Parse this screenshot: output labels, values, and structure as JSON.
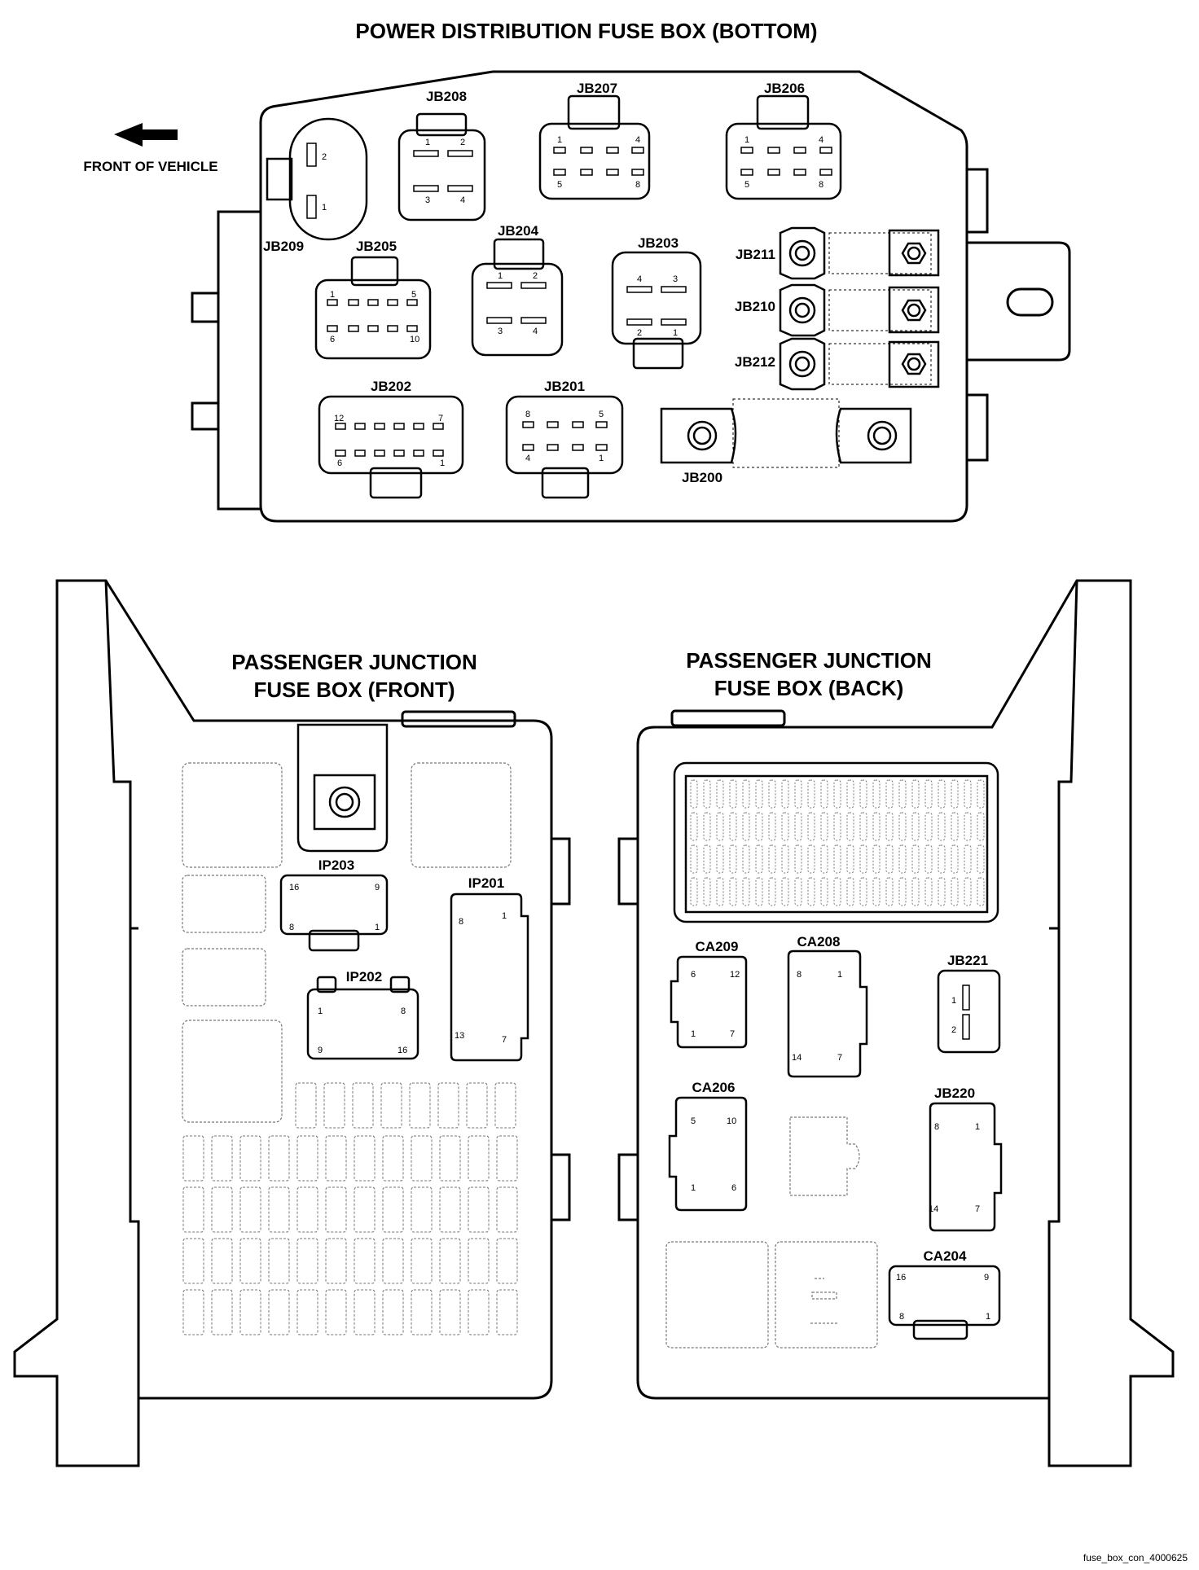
{
  "titles": {
    "power": "POWER DISTRIBUTION FUSE BOX (BOTTOM)",
    "front_line1": "PASSENGER JUNCTION",
    "front_line2": "FUSE BOX (FRONT)",
    "back_line1": "PASSENGER JUNCTION",
    "back_line2": "FUSE BOX (BACK)"
  },
  "front_of_vehicle": "FRONT OF VEHICLE",
  "footer": "fuse_box_con_4000625",
  "power_box": {
    "connectors": [
      {
        "id": "JB209",
        "label": "JB209",
        "pins": [
          "2",
          "1"
        ]
      },
      {
        "id": "JB208",
        "label": "JB208",
        "pins": [
          "1",
          "2",
          "3",
          "4"
        ]
      },
      {
        "id": "JB207",
        "label": "JB207",
        "pins": [
          "1",
          "4",
          "5",
          "8"
        ]
      },
      {
        "id": "JB206",
        "label": "JB206",
        "pins": [
          "1",
          "4",
          "5",
          "8"
        ]
      },
      {
        "id": "JB205",
        "label": "JB205",
        "pins": [
          "1",
          "5",
          "6",
          "10"
        ]
      },
      {
        "id": "JB204",
        "label": "JB204",
        "pins": [
          "1",
          "2",
          "3",
          "4"
        ]
      },
      {
        "id": "JB203",
        "label": "JB203",
        "pins": [
          "4",
          "3",
          "2",
          "1"
        ]
      },
      {
        "id": "JB202",
        "label": "JB202",
        "pins": [
          "12",
          "7",
          "6",
          "1"
        ]
      },
      {
        "id": "JB201",
        "label": "JB201",
        "pins": [
          "8",
          "5",
          "4",
          "1"
        ]
      },
      {
        "id": "JB211",
        "label": "JB211",
        "pins": []
      },
      {
        "id": "JB210",
        "label": "JB210",
        "pins": []
      },
      {
        "id": "JB212",
        "label": "JB212",
        "pins": []
      },
      {
        "id": "JB200",
        "label": "JB200",
        "pins": []
      }
    ]
  },
  "front_box": {
    "connectors": [
      {
        "id": "IP203",
        "label": "IP203",
        "pins": [
          "16",
          "9",
          "8",
          "1"
        ]
      },
      {
        "id": "IP202",
        "label": "IP202",
        "pins": [
          "1",
          "8",
          "9",
          "16"
        ]
      },
      {
        "id": "IP201",
        "label": "IP201",
        "pins": [
          "8",
          "1",
          "13",
          "7"
        ]
      }
    ]
  },
  "back_box": {
    "connectors": [
      {
        "id": "CA209",
        "label": "CA209",
        "pins": [
          "6",
          "12",
          "1",
          "7"
        ]
      },
      {
        "id": "CA208",
        "label": "CA208",
        "pins": [
          "8",
          "1",
          "14",
          "7"
        ]
      },
      {
        "id": "JB221",
        "label": "JB221",
        "pins": [
          "1",
          "2"
        ]
      },
      {
        "id": "CA206",
        "label": "CA206",
        "pins": [
          "5",
          "10",
          "1",
          "6"
        ]
      },
      {
        "id": "JB220",
        "label": "JB220",
        "pins": [
          "8",
          "1",
          "14",
          "7"
        ]
      },
      {
        "id": "CA204",
        "label": "CA204",
        "pins": [
          "16",
          "9",
          "8",
          "1"
        ]
      }
    ]
  }
}
